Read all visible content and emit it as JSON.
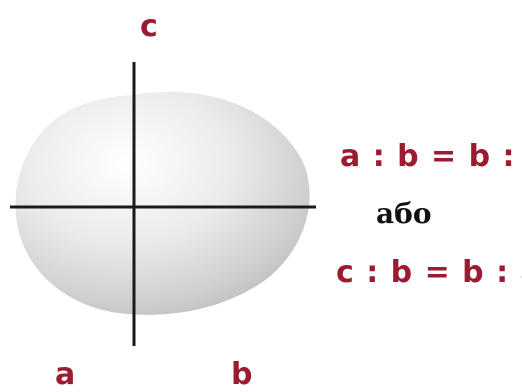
{
  "axes": {
    "vertical_label": "c",
    "left_label": "a",
    "right_label": "b"
  },
  "ratios": {
    "first": "a : b = b : c",
    "conjunction": "або",
    "second": "c : b = b : a"
  },
  "colors": {
    "accent": "#9b1b30",
    "axis_line": "#1a1a1a",
    "text": "#111111"
  }
}
